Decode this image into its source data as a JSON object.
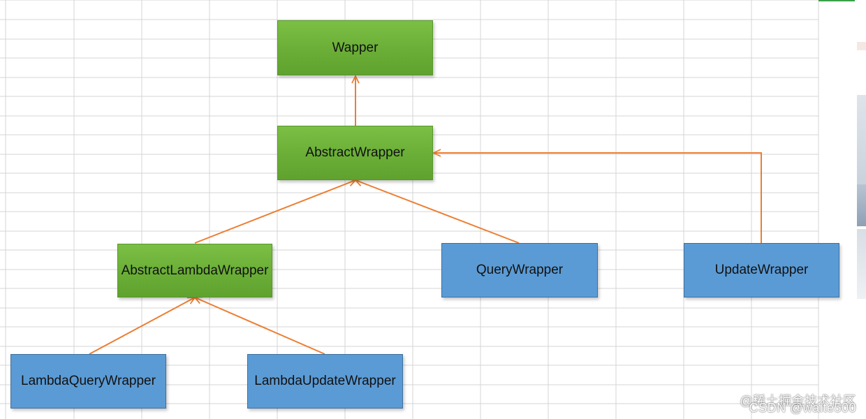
{
  "diagram": {
    "nodes": [
      {
        "id": "wapper",
        "label": "Wapper",
        "style": "green"
      },
      {
        "id": "abstract-wrapper",
        "label": "AbstractWrapper",
        "style": "green"
      },
      {
        "id": "abstract-lambda-wrapper",
        "label": "AbstractLambdaWrapper",
        "style": "green"
      },
      {
        "id": "query-wrapper",
        "label": "QueryWrapper",
        "style": "blue"
      },
      {
        "id": "update-wrapper",
        "label": "UpdateWrapper",
        "style": "blue"
      },
      {
        "id": "lambda-query-wrapper",
        "label": "LambdaQueryWrapper",
        "style": "blue"
      },
      {
        "id": "lambda-update-wrapper",
        "label": "LambdaUpdateWrapper",
        "style": "blue"
      }
    ],
    "edges": [
      {
        "from": "abstract-wrapper",
        "to": "wapper"
      },
      {
        "from": "abstract-lambda-wrapper",
        "to": "abstract-wrapper"
      },
      {
        "from": "query-wrapper",
        "to": "abstract-wrapper"
      },
      {
        "from": "update-wrapper",
        "to": "abstract-wrapper"
      },
      {
        "from": "lambda-query-wrapper",
        "to": "abstract-lambda-wrapper"
      },
      {
        "from": "lambda-update-wrapper",
        "to": "abstract-lambda-wrapper"
      }
    ]
  },
  "colors": {
    "green_node": "#6aae37",
    "blue_node": "#5b9bd5",
    "arrow": "#ed7d31",
    "grid_line": "#d4d4d4"
  },
  "watermark": {
    "line1": "@稀土掘金技术社区",
    "line2": "CSDN @waite500"
  }
}
